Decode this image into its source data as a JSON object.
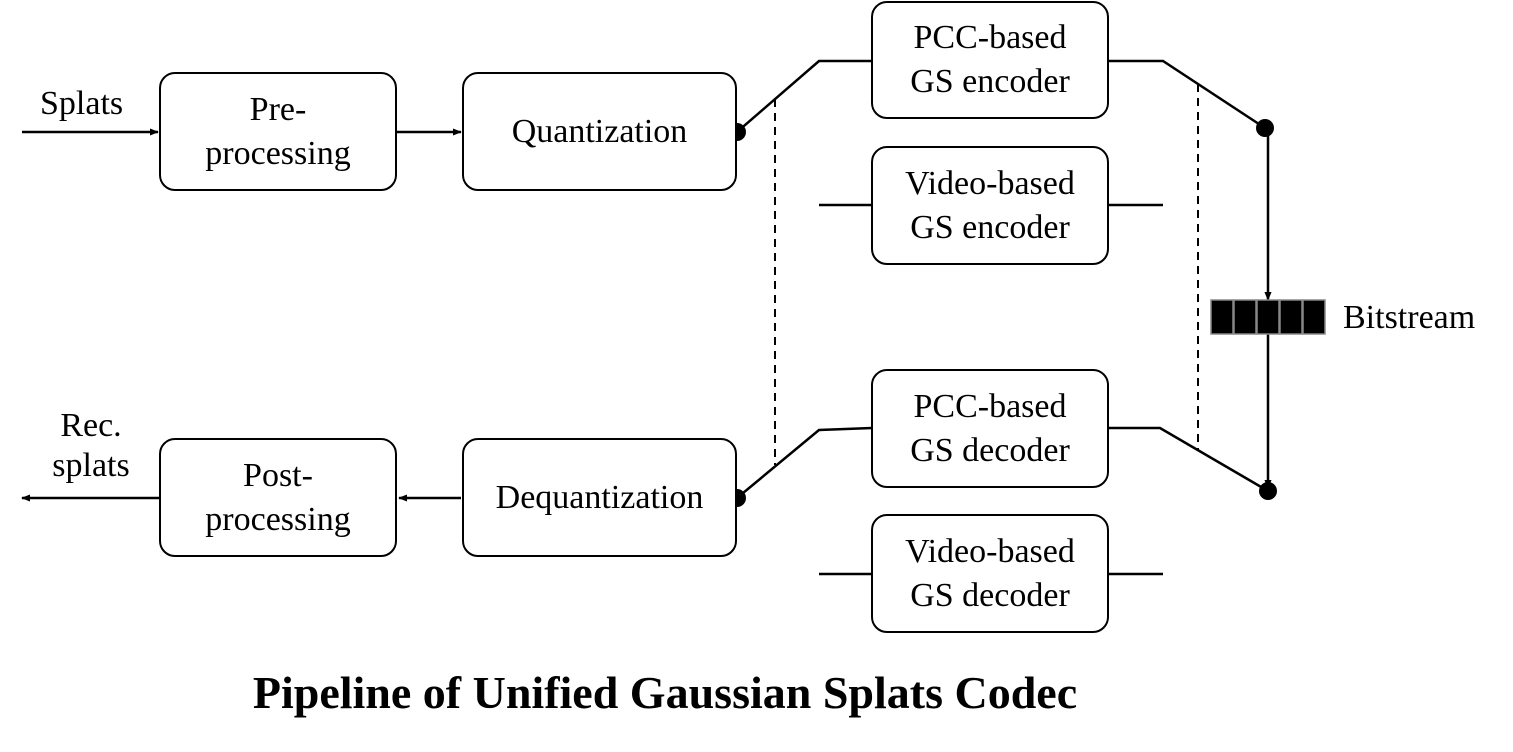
{
  "input_label": "Splats",
  "output_label": [
    "Rec.",
    "splats"
  ],
  "blocks": {
    "preprocessing": [
      "Pre-",
      "processing"
    ],
    "quantization": [
      "Quantization"
    ],
    "pcc_encoder": [
      "PCC-based",
      "GS encoder"
    ],
    "video_encoder": [
      "Video-based",
      "GS encoder"
    ],
    "pcc_decoder": [
      "PCC-based",
      "GS decoder"
    ],
    "video_decoder": [
      "Video-based",
      "GS decoder"
    ],
    "dequantization": [
      "Dequantization"
    ],
    "postprocessing": [
      "Post-",
      "processing"
    ]
  },
  "bitstream_label": "Bitstream",
  "title": "Pipeline of Unified Gaussian Splats Codec"
}
